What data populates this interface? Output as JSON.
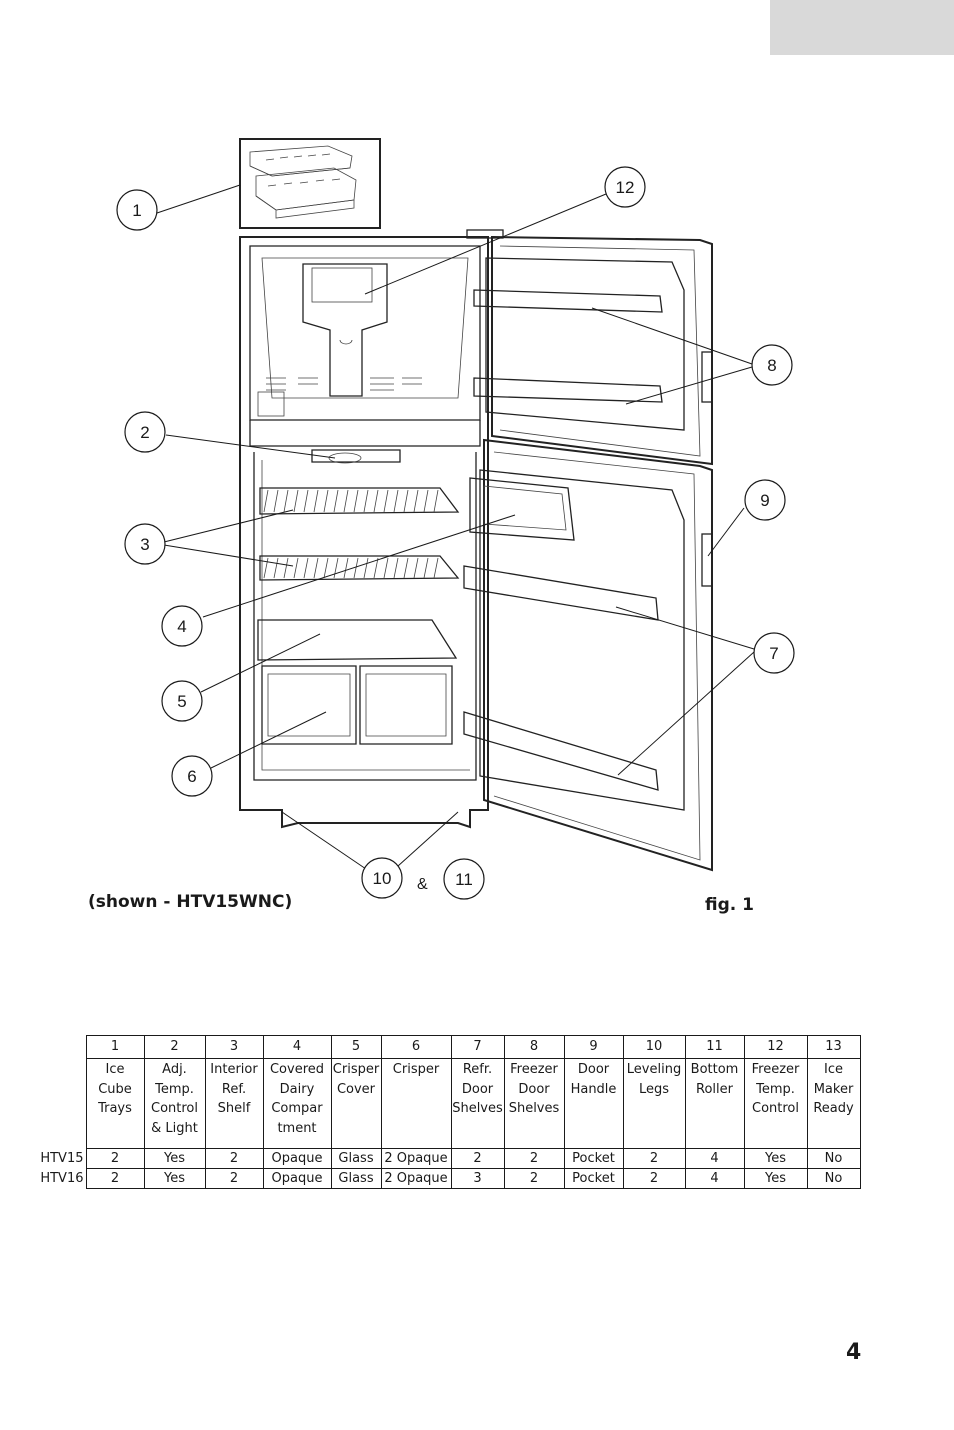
{
  "callouts": [
    "1",
    "2",
    "3",
    "4",
    "5",
    "6",
    "7",
    "8",
    "9",
    "10",
    "11",
    "12"
  ],
  "figure": {
    "ampersand": "&",
    "caption_model": "(shown - HTV15WNC)",
    "caption_fig": "fig. 1"
  },
  "table": {
    "numbers": [
      "1",
      "2",
      "3",
      "4",
      "5",
      "6",
      "7",
      "8",
      "9",
      "10",
      "11",
      "12",
      "13"
    ],
    "descriptions": [
      [
        "Ice",
        "Cube",
        "Trays"
      ],
      [
        "Adj.",
        "Temp.",
        "Control",
        "& Light"
      ],
      [
        "Interior",
        "Ref.",
        "Shelf"
      ],
      [
        "Covered",
        "Dairy",
        "Compar",
        "tment"
      ],
      [
        "Crisper",
        "Cover"
      ],
      [
        "Crisper"
      ],
      [
        "Refr.",
        "Door",
        "Shelves"
      ],
      [
        "Freezer",
        "Door",
        "Shelves"
      ],
      [
        "Door",
        "Handle"
      ],
      [
        "Leveling",
        "Legs"
      ],
      [
        "Bottom",
        "Roller"
      ],
      [
        "Freezer",
        "Temp.",
        "Control"
      ],
      [
        "Ice",
        "Maker",
        "Ready"
      ]
    ],
    "rows": [
      {
        "model": "HTV15",
        "values": [
          "2",
          "Yes",
          "2",
          "Opaque",
          "Glass",
          "2 Opaque",
          "2",
          "2",
          "Pocket",
          "2",
          "4",
          "Yes",
          "No"
        ]
      },
      {
        "model": "HTV16",
        "values": [
          "2",
          "Yes",
          "2",
          "Opaque",
          "Glass",
          "2 Opaque",
          "3",
          "2",
          "Pocket",
          "2",
          "4",
          "Yes",
          "No"
        ]
      }
    ]
  },
  "page_number": "4"
}
